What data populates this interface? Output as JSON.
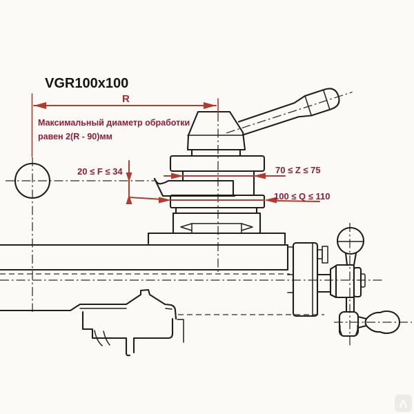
{
  "title": "VGR100x100",
  "note": {
    "line1": "Максимальный диаметр обработки",
    "line2": "равен 2(R - 90)мм"
  },
  "dimensions": {
    "radius": "R",
    "overhang_f": "20 ≤ F ≤ 34",
    "height_z": "70 ≤ Z ≤ 75",
    "width_q": "100 ≤ Q ≤ 110"
  },
  "colors": {
    "dimension_line": "#b23a2e",
    "label_text": "#8f1d38",
    "drawing_ink": "#201d1b",
    "background": "#fbfaf6",
    "watermark_box": "#ebebe9"
  },
  "watermark": "Λ"
}
